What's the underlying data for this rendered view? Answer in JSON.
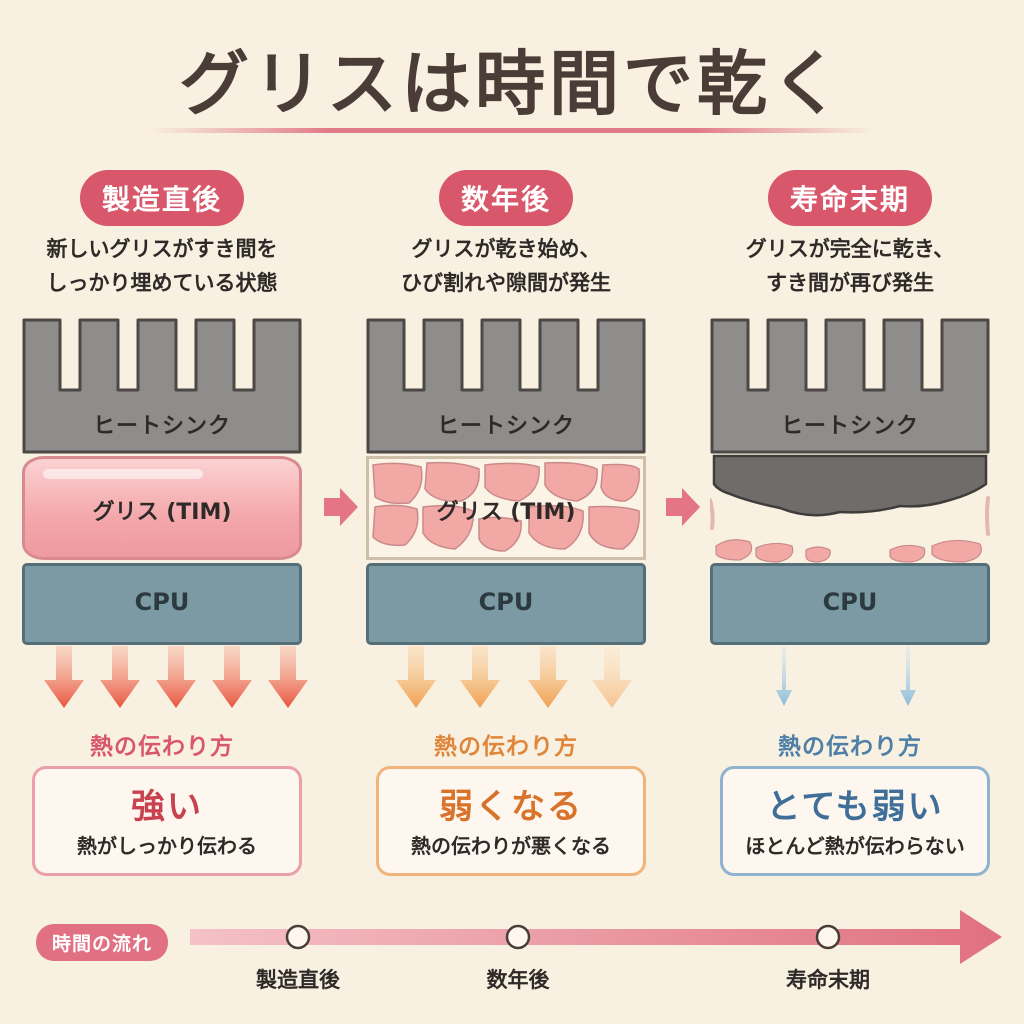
{
  "title": "グリスは時間で乾く",
  "stages": [
    {
      "label": "製造直後",
      "description": [
        "新しいグリスがすき間を",
        "しっかり埋めている状態"
      ],
      "heatsink_label": "ヒートシンク",
      "grease_label": "グリス (TIM)",
      "cpu_label": "CPU",
      "heat_transfer_label": "熱の伝わり方",
      "result_main": "強い",
      "result_sub": "熱がしっかり伝わる",
      "color": "#d9576a"
    },
    {
      "label": "数年後",
      "description": [
        "グリスが乾き始め、",
        "ひび割れや隙間が発生"
      ],
      "heatsink_label": "ヒートシンク",
      "grease_label": "グリス (TIM)",
      "cpu_label": "CPU",
      "heat_transfer_label": "熱の伝わり方",
      "result_main": "弱くなる",
      "result_sub": "熱の伝わりが悪くなる",
      "color": "#e0863c"
    },
    {
      "label": "寿命末期",
      "description": [
        "グリスが完全に乾き、",
        "すき間が再び発生"
      ],
      "heatsink_label": "ヒートシンク",
      "cpu_label": "CPU",
      "heat_transfer_label": "熱の伝わり方",
      "result_main": "とても弱い",
      "result_sub": "ほとんど熱が伝わらない",
      "color": "#4e7fa6"
    }
  ],
  "timeline": {
    "label": "時間の流れ",
    "points": [
      "製造直後",
      "数年後",
      "寿命末期"
    ]
  }
}
